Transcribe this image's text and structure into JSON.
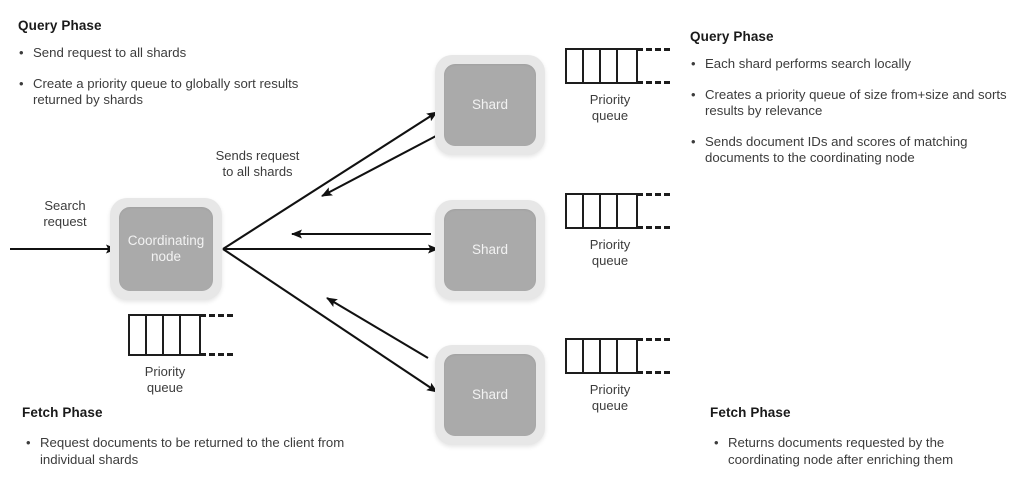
{
  "left_panel": {
    "query": {
      "title": "Query Phase",
      "bullets": [
        "Send request to all shards",
        "Create a priority queue to globally sort results returned by shards"
      ]
    },
    "fetch": {
      "title": "Fetch Phase",
      "bullets": [
        "Request documents to be returned to the client from individual shards"
      ]
    }
  },
  "right_panel": {
    "query": {
      "title": "Query Phase",
      "bullets": [
        "Each shard performs search locally",
        "Creates a priority queue of size from+size and sorts results by relevance",
        "Sends document IDs and scores of matching documents to the coordinating node"
      ]
    },
    "fetch": {
      "title": "Fetch Phase",
      "bullets": [
        "Returns documents requested by the coordinating node after enriching them"
      ]
    }
  },
  "diagram": {
    "search_request_label": "Search\nrequest",
    "sends_request_label": "Sends request\nto all shards",
    "coordinating_node_label": "Coordinating\nnode",
    "shard_label": "Shard",
    "priority_queue_label": "Priority\nqueue",
    "shards": [
      {
        "label": "Shard",
        "queue_label": "Priority\nqueue"
      },
      {
        "label": "Shard",
        "queue_label": "Priority\nqueue"
      },
      {
        "label": "Shard",
        "queue_label": "Priority\nqueue"
      }
    ],
    "coordinator_queue_label": "Priority\nqueue",
    "queue_cell_count": 4,
    "colors": {
      "node_outer": "#e7e7e7",
      "node_inner": "#aaaaaa",
      "node_text": "#f2f2f2",
      "arrow": "#111111",
      "body_text": "#3c3c3c",
      "heading_text": "#1a1a1a",
      "background": "#ffffff"
    }
  }
}
